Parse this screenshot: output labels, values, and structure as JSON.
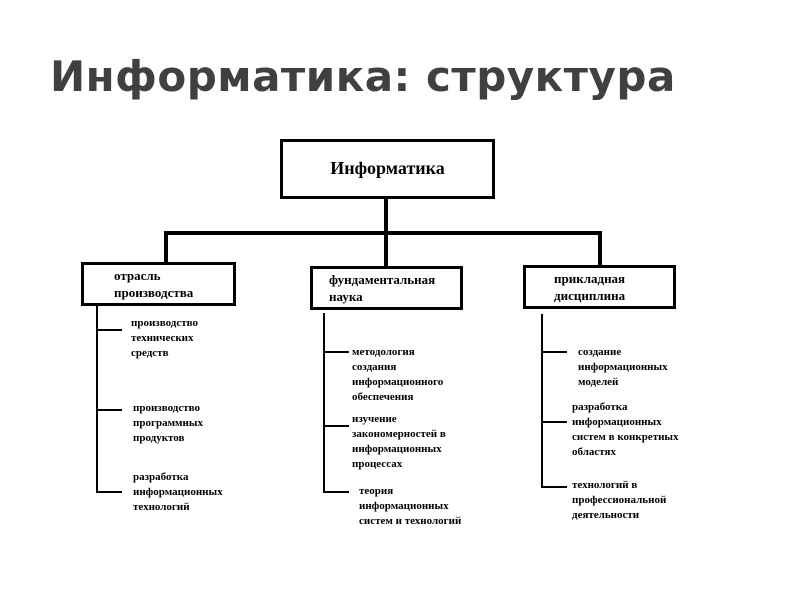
{
  "slide": {
    "title": "Информатика: структура"
  },
  "diagram": {
    "root": "Информатика",
    "branches": [
      {
        "line1": "отрасль",
        "line2": "производства",
        "items": [
          "производство\nтехнических\nсредств",
          "производство\nпрограммных\nпродуктов",
          "разработка\nинформационных\nтехнологий"
        ]
      },
      {
        "line1": "фундаментальная",
        "line2": "наука",
        "items": [
          "методология\nсоздания\nинформационного\nобеспечения",
          "изучение\nзакономерностей в\nинформационных\nпроцессах",
          "теория\nинформационных\nсистем и технологий"
        ]
      },
      {
        "line1": "прикладная",
        "line2": "дисциплина",
        "items": [
          "создание\nинформационных\nмоделей",
          "разработка\nинформационных\nсистем в конкретных\nобластях",
          "технологий в\nпрофессиональной\nдеятельности"
        ]
      }
    ]
  }
}
